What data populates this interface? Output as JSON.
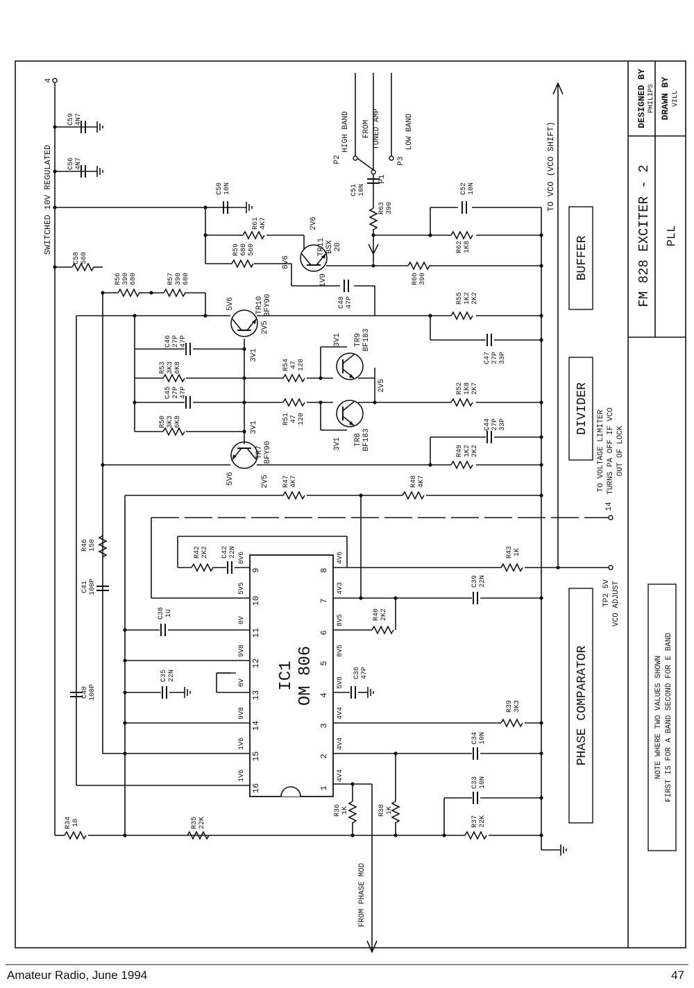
{
  "title_block": {
    "title": "FM 828 EXCITER - 2",
    "subtitle": "PLL",
    "designed_by_label": "DESIGNED BY",
    "designed_by": "PHILIPS",
    "drawn_by_label": "DRAWN BY",
    "drawn_by": "VILL"
  },
  "sections": {
    "buffer": "BUFFER",
    "divider": "DIVIDER",
    "phase_comparator": "PHASE COMPARATOR"
  },
  "note": {
    "line1": "NOTE WHERE TWO VALUES SHOWN",
    "line2": "FIRST IS FOR A BAND SECOND FOR E BAND"
  },
  "supply_label": "SWITCHED 10V REGULATED",
  "pin_label_top": "4",
  "vco_shift_label": "TO VCO (VCO SHIFT)",
  "tuned_amp": {
    "line1": "FROM",
    "line2": "TUNED AMP",
    "p2": "P2",
    "high_band": "HIGH BAND",
    "p3": "P3",
    "low_band": "LOW BAND",
    "p1": "P1"
  },
  "limiter": {
    "line1": "TO VOLTAGE LIMITER",
    "line2": "TURNS PA OFF IF VCO",
    "line3": "OUT OF LOCK",
    "pin": "14"
  },
  "tp2": {
    "line1": "TP2 5V",
    "line2": "VCO ADJUST"
  },
  "phase_mod": "FROM PHASE MOD",
  "ic": {
    "name": "IC1",
    "part": "OM 806",
    "left_pins": [
      "9",
      "10",
      "11",
      "12",
      "13",
      "14",
      "15",
      "16"
    ],
    "left_volts": [
      "0V6",
      "5V5",
      "0V",
      "9V8",
      "0V",
      "9V8",
      "1V6",
      "1V6"
    ],
    "right_pins": [
      "8",
      "7",
      "6",
      "5",
      "4",
      "3",
      "2",
      "1"
    ],
    "right_volts": [
      "4V6",
      "4V3",
      "8V5",
      "8V5",
      "5V8",
      "4V4",
      "4V4",
      "4V4"
    ]
  },
  "transistors": {
    "tr7": [
      "TR7",
      "BFY90"
    ],
    "tr8": [
      "TR8",
      "BF183"
    ],
    "tr9": [
      "TR9",
      "BF183"
    ],
    "tr10": [
      "TR10",
      "BFY90"
    ],
    "tr11": [
      "TR11",
      "BSX",
      "20"
    ]
  },
  "node_volts": {
    "tr11_c": "2V6",
    "tr11_b": "8V6",
    "tr11_e": "1V9",
    "tr10_c": "5V6",
    "tr10_e": "2V5",
    "tr10_b": "3V1",
    "tr9_c": "3V1",
    "tr9_e": "2V5",
    "tr7_b": "3V1",
    "tr7_c": "5V6",
    "tr7_e": "2V5",
    "tr8_c": "3V1"
  },
  "components": {
    "c59": [
      "C59",
      "4N7"
    ],
    "c56": [
      "C56",
      "4N7"
    ],
    "c50": [
      "C50",
      "10N"
    ],
    "c58": [
      "C58",
      "560"
    ],
    "r61": [
      "R61",
      "4K7"
    ],
    "r59": [
      "R59",
      "680",
      "560"
    ],
    "r56": [
      "R56",
      "390",
      "680"
    ],
    "r57": [
      "R57",
      "390",
      "680"
    ],
    "c51": [
      "C51",
      "10N"
    ],
    "r63": [
      "R63",
      "390"
    ],
    "c52": [
      "C52",
      "10N"
    ],
    "r62": [
      "R62",
      "1K8"
    ],
    "r60": [
      "R60",
      "390"
    ],
    "c48": [
      "C48",
      "47P"
    ],
    "r55": [
      "R55",
      "1K2",
      "2K2"
    ],
    "c47": [
      "C47",
      "27P",
      "33P"
    ],
    "c46": [
      "C46",
      "27P",
      "47P"
    ],
    "r53": [
      "R53",
      "3K3",
      "6K8"
    ],
    "r54": [
      "R54",
      "47",
      "120"
    ],
    "c45": [
      "C45",
      "27P",
      "47P"
    ],
    "r52": [
      "R52",
      "1K8",
      "2K7"
    ],
    "r50": [
      "R50",
      "3K3",
      "6K8"
    ],
    "r51": [
      "R51",
      "47",
      "120"
    ],
    "c44": [
      "C44",
      "27P",
      "33P"
    ],
    "r49": [
      "R49",
      "1K2",
      "2K2"
    ],
    "r47": [
      "R47",
      "4K7"
    ],
    "r48": [
      "R48",
      "4K7"
    ],
    "r46": [
      "R46",
      "150"
    ],
    "r42": [
      "R42",
      "2K2"
    ],
    "c42": [
      "C42",
      "22N"
    ],
    "r43": [
      "R43",
      "1K"
    ],
    "c41": [
      "C41",
      "100P"
    ],
    "c39": [
      "C39",
      "22N"
    ],
    "c38": [
      "C38",
      "1U"
    ],
    "r40": [
      "R40",
      "2K2"
    ],
    "c35": [
      "C35",
      "22N"
    ],
    "c36": [
      "C36",
      "47P"
    ],
    "c40": [
      "C40",
      "100P"
    ],
    "r39": [
      "R39",
      "3K3"
    ],
    "c34": [
      "C34",
      "10N"
    ],
    "c33": [
      "C33",
      "10N"
    ],
    "r34": [
      "R34",
      "10"
    ],
    "r35": [
      "R35",
      "22K"
    ],
    "r36": [
      "R36",
      "1K"
    ],
    "r38": [
      "R38",
      "1K"
    ],
    "r37": [
      "R37",
      "22K"
    ]
  },
  "footer": {
    "left": "Amateur Radio, June 1994",
    "right": "47"
  }
}
